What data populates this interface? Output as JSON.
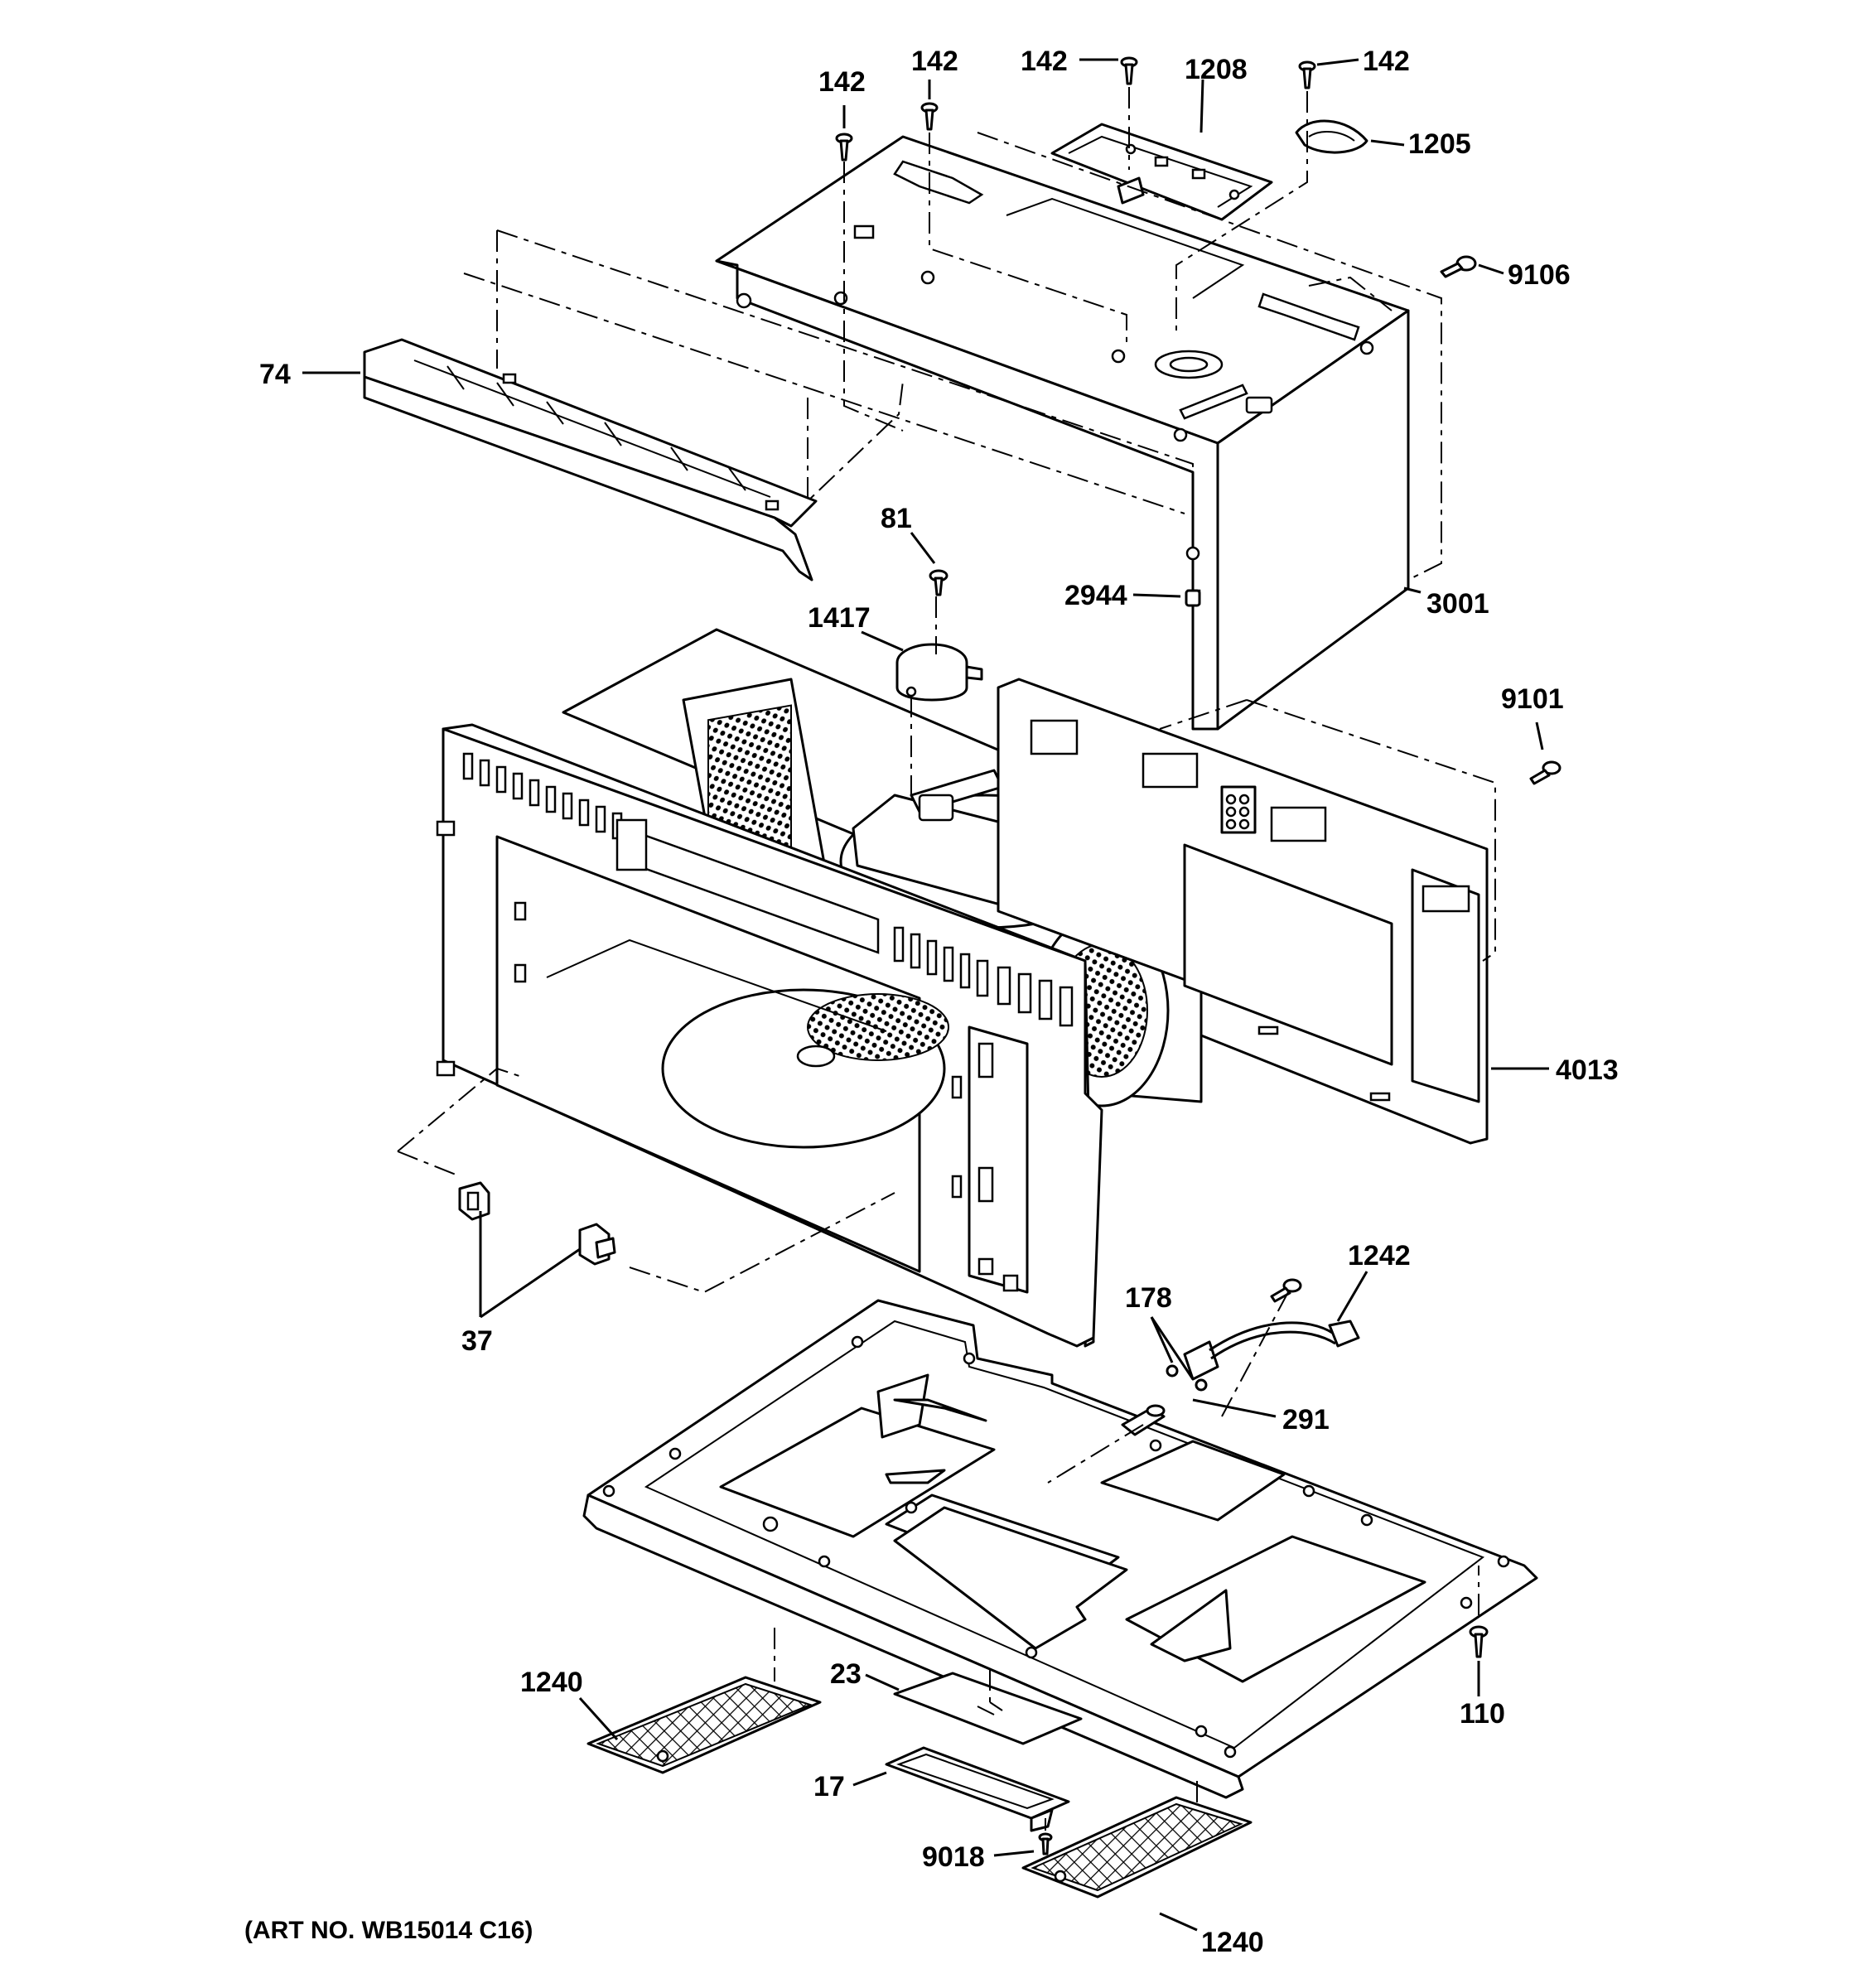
{
  "callouts": {
    "c142a": "142",
    "c142b": "142",
    "c142c": "142",
    "c142d": "142",
    "c1208": "1208",
    "c1205": "1205",
    "c9106": "9106",
    "c74": "74",
    "c81": "81",
    "c1417": "1417",
    "c2944": "2944",
    "c3001": "3001",
    "c9101": "9101",
    "c4013": "4013",
    "c37": "37",
    "c178": "178",
    "c1242": "1242",
    "c291": "291",
    "c1240a": "1240",
    "c23": "23",
    "c17": "17",
    "c9018": "9018",
    "c1240b": "1240",
    "c110": "110"
  },
  "caption": "(ART NO. WB15014 C16)"
}
